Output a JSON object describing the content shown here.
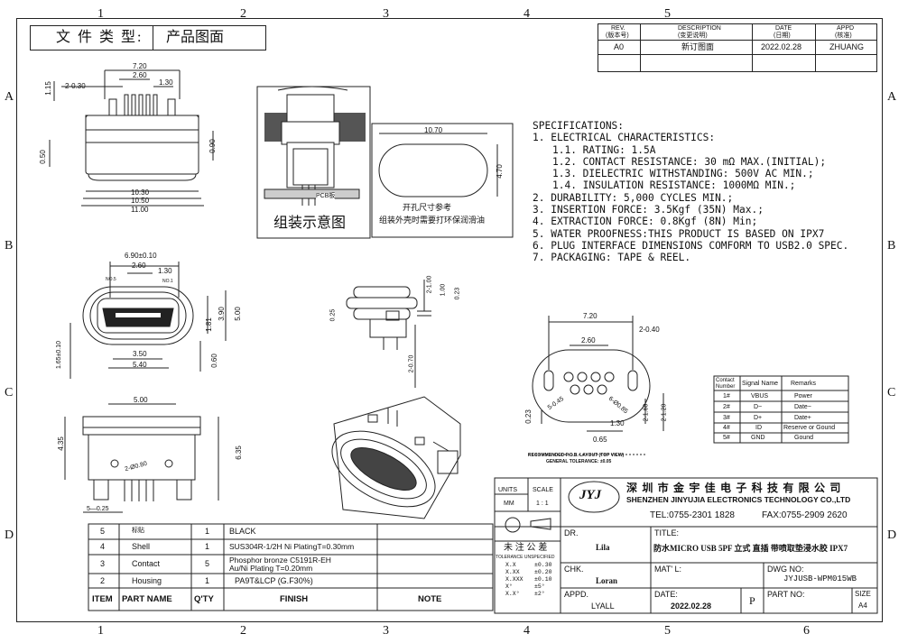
{
  "doc_type": {
    "label": "文 件 类 型:",
    "value": "产品图面"
  },
  "zones": {
    "cols": [
      "1",
      "2",
      "3",
      "4",
      "5",
      "6"
    ],
    "rows": [
      "A",
      "B",
      "C",
      "D"
    ]
  },
  "revision": {
    "headers": [
      "REV.\n(版本号)",
      "DESCRIPTION\n(变更说明)",
      "DATE\n(日期)",
      "APPD\n(核准)"
    ],
    "header_main": [
      "REV.",
      "DESCRIPTION",
      "DATE",
      "APPD"
    ],
    "header_sub": [
      "(版本号)",
      "(变更说明)",
      "(日期)",
      "(核准)"
    ],
    "row": [
      "A0",
      "新订图面",
      "2022.02.28",
      "ZHUANG"
    ]
  },
  "assembly": {
    "caption": "组装示意图",
    "pcb_label": "PCB板"
  },
  "cutout": {
    "width": "10.70",
    "height": "4.70",
    "note1": "开孔尺寸参考",
    "note2": "组装外壳时需要打环保润滑油"
  },
  "specs": [
    "SPECIFICATIONS:",
    "1. ELECTRICAL CHARACTERISTICS:",
    "   1.1. RATING: 1.5A",
    "   1.2. CONTACT RESISTANCE: 30 mΩ MAX.(INITIAL);",
    "   1.3. DIELECTRIC WITHSTANDING: 500V AC MIN.;",
    "   1.4. INSULATION RESISTANCE: 1000MΩ MIN.;",
    "2. DURABILITY: 5,000 CYCLES MIN.;",
    "3. INSERTION FORCE: 3.5Kgf (35N) Max.;",
    "4. EXTRACTION FORCE: 0.8Kgf (8N) Min;",
    "5. WATER PROOFNESS:THIS PRODUCT IS BASED ON IPX7",
    "6. PLUG INTERFACE DIMENSIONS COMFORM TO USB2.0 SPEC.",
    "7. PACKAGING: TAPE & REEL."
  ],
  "top_view_dims": {
    "d720": "7.20",
    "d260": "2.60",
    "d130": "1.30",
    "d115": "1.15",
    "d2_030": "2-0.30",
    "d050": "0.50",
    "d090": "0.90",
    "d1030": "10.30",
    "d1050": "10.50",
    "d1100": "11.00"
  },
  "front_view_dims": {
    "d690": "6.90±0.10",
    "d260": "2.60",
    "d130": "1.30",
    "no5": "NO.5",
    "no1": "NO.1",
    "d390": "3.90",
    "d500": "5.00",
    "d181": "1.81",
    "d350": "3.50",
    "d540": "5.40",
    "d060": "0.60",
    "d165": "1.65±0.10"
  },
  "side_view_dims": {
    "d2_100": "2-1.00",
    "d100": "1.00",
    "d023": "0.23",
    "d025": "0.25",
    "d2_070": "2-0.70"
  },
  "bottom_view_dims": {
    "d500": "5.00",
    "d435": "4.35",
    "d635": "6.35",
    "d2_080": "2-Ø0.80",
    "d5_025": "5—0.25"
  },
  "layout_dims": {
    "d720": "7.20",
    "d2_040": "2-0.40",
    "d260": "2.60",
    "d5_045": "5-0.45",
    "d6_085": "6-Ø0.85",
    "d130": "1.30",
    "d065": "0.65",
    "d023": "0.23",
    "d2_160": "2-1.60",
    "d2_120": "2-1.20",
    "caption1": "RECOMMENDED P.C.B. LAYOUT (TOP VIEW)",
    "caption2": "GENERAL TOLERANCE: ±0.05"
  },
  "contacts": {
    "headers": [
      "Contact Number",
      "Signal Name",
      "Remarks"
    ],
    "header_contact": [
      "Contact",
      "Number"
    ],
    "rows": [
      [
        "1#",
        "VBUS",
        "Power"
      ],
      [
        "2#",
        "D−",
        "Date−"
      ],
      [
        "3#",
        "D+",
        "Date+"
      ],
      [
        "4#",
        "ID",
        "Reserve or Gound"
      ],
      [
        "5#",
        "GND",
        "Gound"
      ]
    ]
  },
  "bom": {
    "headers": [
      "ITEM",
      "PART  NAME",
      "Q'TY",
      "FINISH",
      "NOTE"
    ],
    "rows": [
      {
        "item": "5",
        "part": "标贴",
        "qty": "1",
        "finish": "BLACK",
        "finish2": ""
      },
      {
        "item": "4",
        "part": "Shell",
        "qty": "1",
        "finish": "SUS304R-1/2H  Ni   PlatingT=0.30mm",
        "finish2": ""
      },
      {
        "item": "3",
        "part": "Contact",
        "qty": "5",
        "finish": "Phosphor bronze  C5191R-EH",
        "finish2": "Au/Ni   Plating   T=0.20mm"
      },
      {
        "item": "2",
        "part": "Housing",
        "qty": "1",
        "finish": "PA9T&LCP (G.F30%)",
        "finish2": ""
      }
    ]
  },
  "units": {
    "label": "UNITS",
    "value": "MM",
    "scale_label": "SCALE",
    "scale_value": "1 : 1"
  },
  "tolerance": {
    "title": "未 注 公 差",
    "subtitle": "TOLERANCE UNSPECIFIED",
    "rows": [
      [
        "X.X",
        "±0.30"
      ],
      [
        "X.XX",
        "±0.20"
      ],
      [
        "X.XXX",
        "±0.10"
      ],
      [
        "X°",
        "±5°"
      ],
      [
        "X.X°",
        "±2°"
      ]
    ]
  },
  "company": {
    "logo": "JYJ",
    "name_cn": "深 圳 市 金 宇 佳 电 子 科 技 有 限 公 司",
    "name_en": "SHENZHEN JINYUJIA ELECTRONICS TECHNOLOGY CO.,LTD",
    "tel": "TEL:0755-2301 1828",
    "fax": "FAX:0755-2909 2620"
  },
  "title_block": {
    "dr_label": "DR.",
    "dr_value": "Lila",
    "title_label": "TITLE:",
    "title_value": "防水MICRO USB 5PF 立式 直插 带喷取垫浸水胶 IPX7",
    "chk_label": "CHK.",
    "chk_value": "Loran",
    "matl_label": "MAT' L:",
    "dwg_label": "DWG NO:",
    "dwg_value": "JYJUSB-WPM015WB",
    "appd_label": "APPD.",
    "appd_value": "LYALL",
    "date_label": "DATE:",
    "date_value": "2022.02.28",
    "p_label": "P",
    "partno_label": "PART NO:",
    "size_label": "SIZE",
    "size_value": "A4"
  }
}
